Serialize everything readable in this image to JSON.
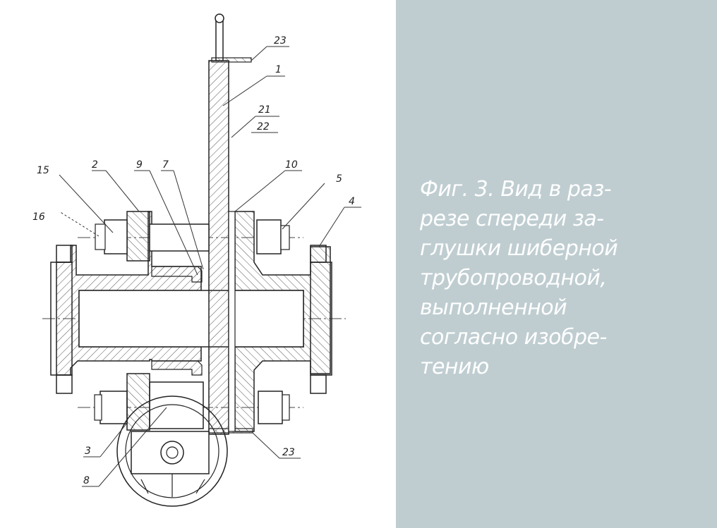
{
  "caption": {
    "lines": [
      "Фиг. 3. Вид в раз-",
      "резе спереди за-",
      "глушки шиберной",
      "трубопроводной,",
      "выполненной",
      "согласно изобре-",
      "тению"
    ]
  },
  "drawing": {
    "labels": {
      "l1": "1",
      "l2": "2",
      "l3": "3",
      "l4": "4",
      "l5": "5",
      "l7": "7",
      "l8": "8",
      "l9": "9",
      "l10": "10",
      "l15": "15",
      "l16": "16",
      "l21": "21",
      "l22": "22",
      "l23_top": "23",
      "l23_bottom": "23"
    }
  }
}
